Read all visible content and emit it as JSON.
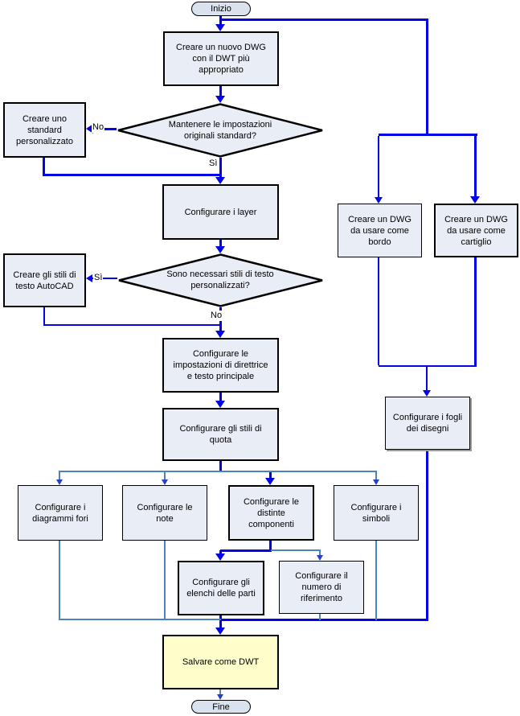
{
  "nodes": {
    "start": "Inizio",
    "new_dwg": "Creare un nuovo DWG\ncon il DWT più\nappropriato",
    "decision_keep_standard": "Mantenere le impostazioni\noriginali standard?",
    "custom_standard": "Creare uno\nstandard\npersonalizzato",
    "configure_layers": "Configurare i layer",
    "decision_text_styles": "Sono necessari stili di testo\npersonalizzati?",
    "create_text_styles": "Creare gli stili di\ntesto AutoCAD",
    "leader_text_settings": "Configurare le\nimpostazioni di direttrice\ne testo principale",
    "dimension_styles": "Configurare gli stili di\nquota",
    "dwg_border": "Creare un DWG\nda usare come\nbordo",
    "dwg_titleblock": "Creare un DWG\nda usare come\ncartiglio",
    "drawing_sheets": "Configurare i fogli\ndei disegni",
    "hole_charts": "Configurare i\ndiagrammi fori",
    "notes": "Configurare le\nnote",
    "bom": "Configurare le\ndistinte\ncomponenti",
    "symbols": "Configurare i\nsimboli",
    "parts_lists": "Configurare gli\nelenchi delle parti",
    "balloon_number": "Configurare il\nnumero di\nriferimento",
    "save_dwt": "Salvare come DWT",
    "end": "Fine"
  },
  "edge_labels": {
    "decision1_no": "No",
    "decision1_yes": "Sì",
    "decision2_yes": "Sì",
    "decision2_no": "No"
  },
  "colors": {
    "primary_flow": "#0404e8",
    "secondary_flow": "#4f81bd",
    "secondary_arrowhead": "#2442c8",
    "node_fill": "#e9edf5",
    "terminator_fill": "#dbe2ef",
    "highlight_fill": "#ffffcc",
    "node_border": "#000000"
  }
}
